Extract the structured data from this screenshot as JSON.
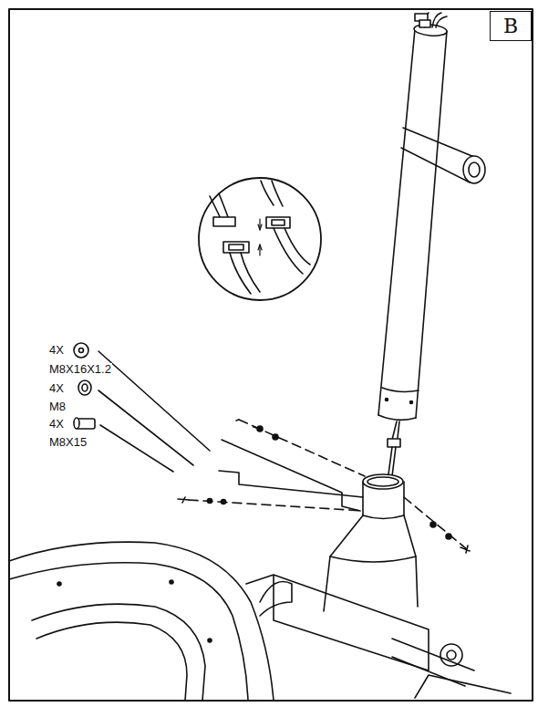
{
  "diagram": {
    "nodes": [
      {
        "text": [
          "B"
        ]
      }
    ],
    "labels": [
      "4X",
      "M8X16X1.2",
      "4X",
      "M8",
      "4X",
      "M8X15"
    ]
  }
}
